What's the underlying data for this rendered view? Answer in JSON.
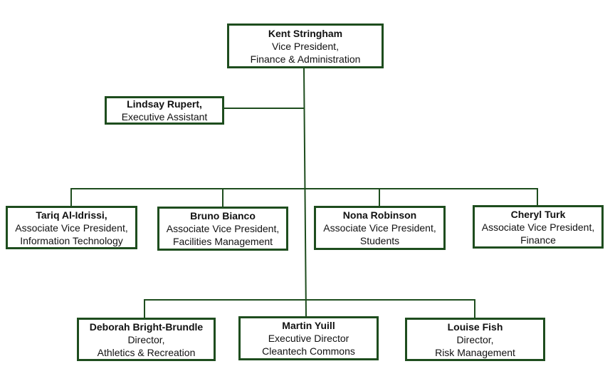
{
  "accent_color": "#1e4d1e",
  "org_chart": {
    "vp": {
      "name": "Kent Stringham",
      "title_line1": "Vice President,",
      "title_line2": "Finance & Administration"
    },
    "assistant": {
      "name": "Lindsay Rupert,",
      "title_line1": "Executive Assistant"
    },
    "associate_vps": [
      {
        "name": "Tariq Al-Idrissi,",
        "title_line1": "Associate Vice President,",
        "title_line2": "Information Technology"
      },
      {
        "name": "Bruno Bianco",
        "title_line1": "Associate Vice President,",
        "title_line2": "Facilities Management"
      },
      {
        "name": "Nona Robinson",
        "title_line1": "Associate Vice President,",
        "title_line2": "Students"
      },
      {
        "name": "Cheryl Turk",
        "title_line1": "Associate Vice President,",
        "title_line2": "Finance"
      }
    ],
    "directors": [
      {
        "name": "Deborah Bright-Brundle",
        "title_line1": "Director,",
        "title_line2": "Athletics & Recreation"
      },
      {
        "name": "Martin Yuill",
        "title_line1": "Executive Director",
        "title_line2": "Cleantech Commons"
      },
      {
        "name": "Louise Fish",
        "title_line1": "Director,",
        "title_line2": "Risk Management"
      }
    ]
  }
}
